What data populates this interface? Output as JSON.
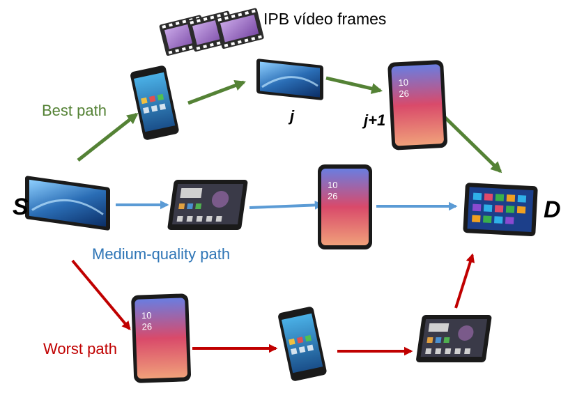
{
  "labels": {
    "frames": "IPB vídeo frames",
    "source": "S",
    "destination": "D",
    "node_j": "j",
    "node_j1": "j+1",
    "best": "Best path",
    "medium": "Medium-quality path",
    "worst": "Worst path"
  },
  "colors": {
    "best": "#548235",
    "medium": "#5b9bd5",
    "worst": "#c00000",
    "device_body": "#1a1a1a",
    "tablet_screen": "#2a6db5",
    "phone_screen": "#d94a6a",
    "film": "#9b6fc2"
  },
  "icons": {
    "frames": "film-strip-icon",
    "tablet": "tablet-icon",
    "phone": "smartphone-icon"
  }
}
